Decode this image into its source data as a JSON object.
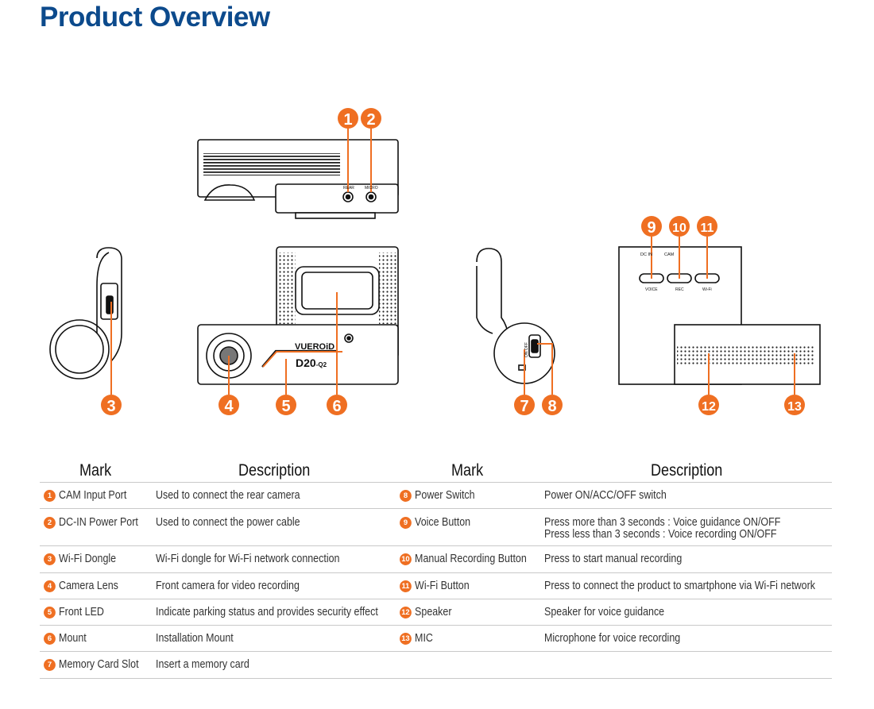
{
  "title": "Product Overview",
  "accent": "#ef6f22",
  "title_color": "#0c4a8c",
  "device": {
    "brand": "VUEROiD",
    "model": "D20",
    "model_suffix": "-Q2",
    "port_labels": [
      "REAR",
      "MICRO"
    ],
    "button_labels": [
      "VOICE",
      "REC",
      "Wi-Fi"
    ],
    "top_labels": [
      "DC IN",
      "CAM"
    ],
    "switch_label": "ON OFF"
  },
  "callouts": [
    "1",
    "2",
    "3",
    "4",
    "5",
    "6",
    "7",
    "8",
    "9",
    "10",
    "11",
    "12",
    "13"
  ],
  "table": {
    "headers": {
      "mark": "Mark",
      "description": "Description"
    },
    "left": [
      {
        "num": "1",
        "mark": "CAM Input Port",
        "desc": [
          "Used to connect the rear camera"
        ]
      },
      {
        "num": "2",
        "mark": "DC-IN Power Port",
        "desc": [
          "Used to connect the power cable"
        ]
      },
      {
        "num": "3",
        "mark": "Wi-Fi Dongle",
        "desc": [
          "Wi-Fi dongle for Wi-Fi network connection"
        ]
      },
      {
        "num": "4",
        "mark": "Camera Lens",
        "desc": [
          "Front camera for video recording"
        ]
      },
      {
        "num": "5",
        "mark": "Front LED",
        "desc": [
          "Indicate parking status and provides security effect"
        ]
      },
      {
        "num": "6",
        "mark": "Mount",
        "desc": [
          "Installation Mount"
        ]
      },
      {
        "num": "7",
        "mark": "Memory Card Slot",
        "desc": [
          "Insert a memory card"
        ]
      }
    ],
    "right": [
      {
        "num": "8",
        "mark": "Power Switch",
        "desc": [
          "Power ON/ACC/OFF switch"
        ]
      },
      {
        "num": "9",
        "mark": "Voice Button",
        "desc": [
          "Press more than 3 seconds : Voice guidance ON/OFF",
          "Press less than 3 seconds : Voice recording ON/OFF"
        ]
      },
      {
        "num": "10",
        "mark": "Manual Recording Button",
        "desc": [
          "Press to start manual recording"
        ]
      },
      {
        "num": "11",
        "mark": "Wi-Fi Button",
        "desc": [
          "Press to connect the product to smartphone via Wi-Fi network"
        ]
      },
      {
        "num": "12",
        "mark": "Speaker",
        "desc": [
          "Speaker for voice guidance"
        ]
      },
      {
        "num": "13",
        "mark": "MIC",
        "desc": [
          "Microphone for voice recording"
        ]
      }
    ]
  }
}
